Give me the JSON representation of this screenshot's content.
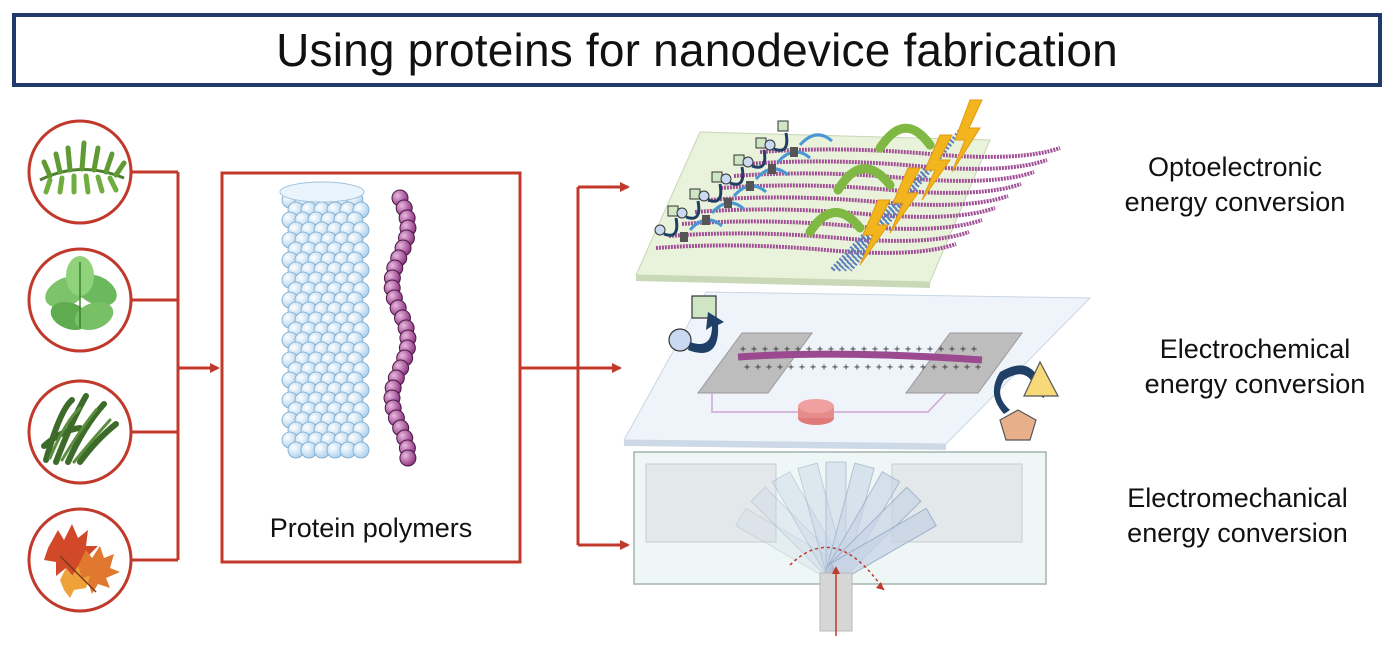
{
  "title": "Using proteins for nanodevice fabrication",
  "center_box": {
    "label": "Protein polymers"
  },
  "sources": [
    {
      "name": "fern-icon"
    },
    {
      "name": "mint-leaf-icon"
    },
    {
      "name": "moss-icon"
    },
    {
      "name": "autumn-leaf-icon"
    }
  ],
  "applications": {
    "opto": {
      "line1": "Optoelectronic",
      "line2": "energy conversion"
    },
    "electrochem": {
      "line1": "Electrochemical",
      "line2": "energy conversion"
    },
    "electromech": {
      "line1": "Electromechanical",
      "line2": "energy conversion"
    }
  },
  "colors": {
    "title_border": "#1f3a6b",
    "flow_red": "#c0392b",
    "nanotube_blue": "#d8ecfa",
    "polymer_purple": "#9b4a8f"
  }
}
